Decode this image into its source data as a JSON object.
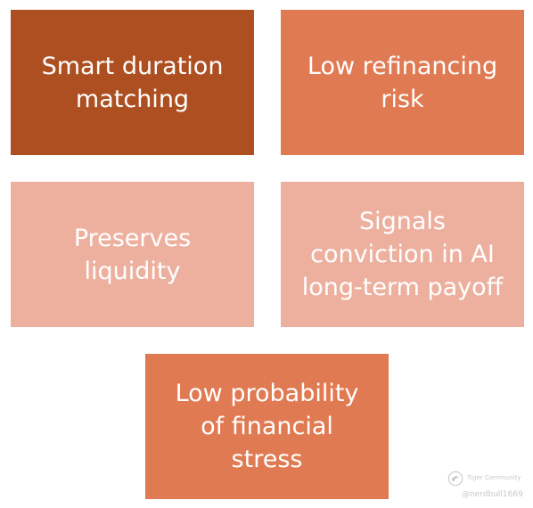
{
  "boxes": [
    {
      "label": "Smart duration\nmatching",
      "color": "#AD4F20"
    },
    {
      "label": "Low refinancing\nrisk",
      "color": "#E07A52"
    },
    {
      "label": "Preserves\nliquidity",
      "color": "#EDB09F"
    },
    {
      "label": "Signals\nconviction in AI\nlong-term payoff",
      "color": "#EDB09F"
    },
    {
      "label": "Low probability\nof financial\nstress",
      "color": "#E07A52"
    }
  ],
  "watermark": {
    "brand": "Tiger Community",
    "user": "@nerdbull1669",
    "logo_icon": "tiger-community-logo-icon"
  }
}
